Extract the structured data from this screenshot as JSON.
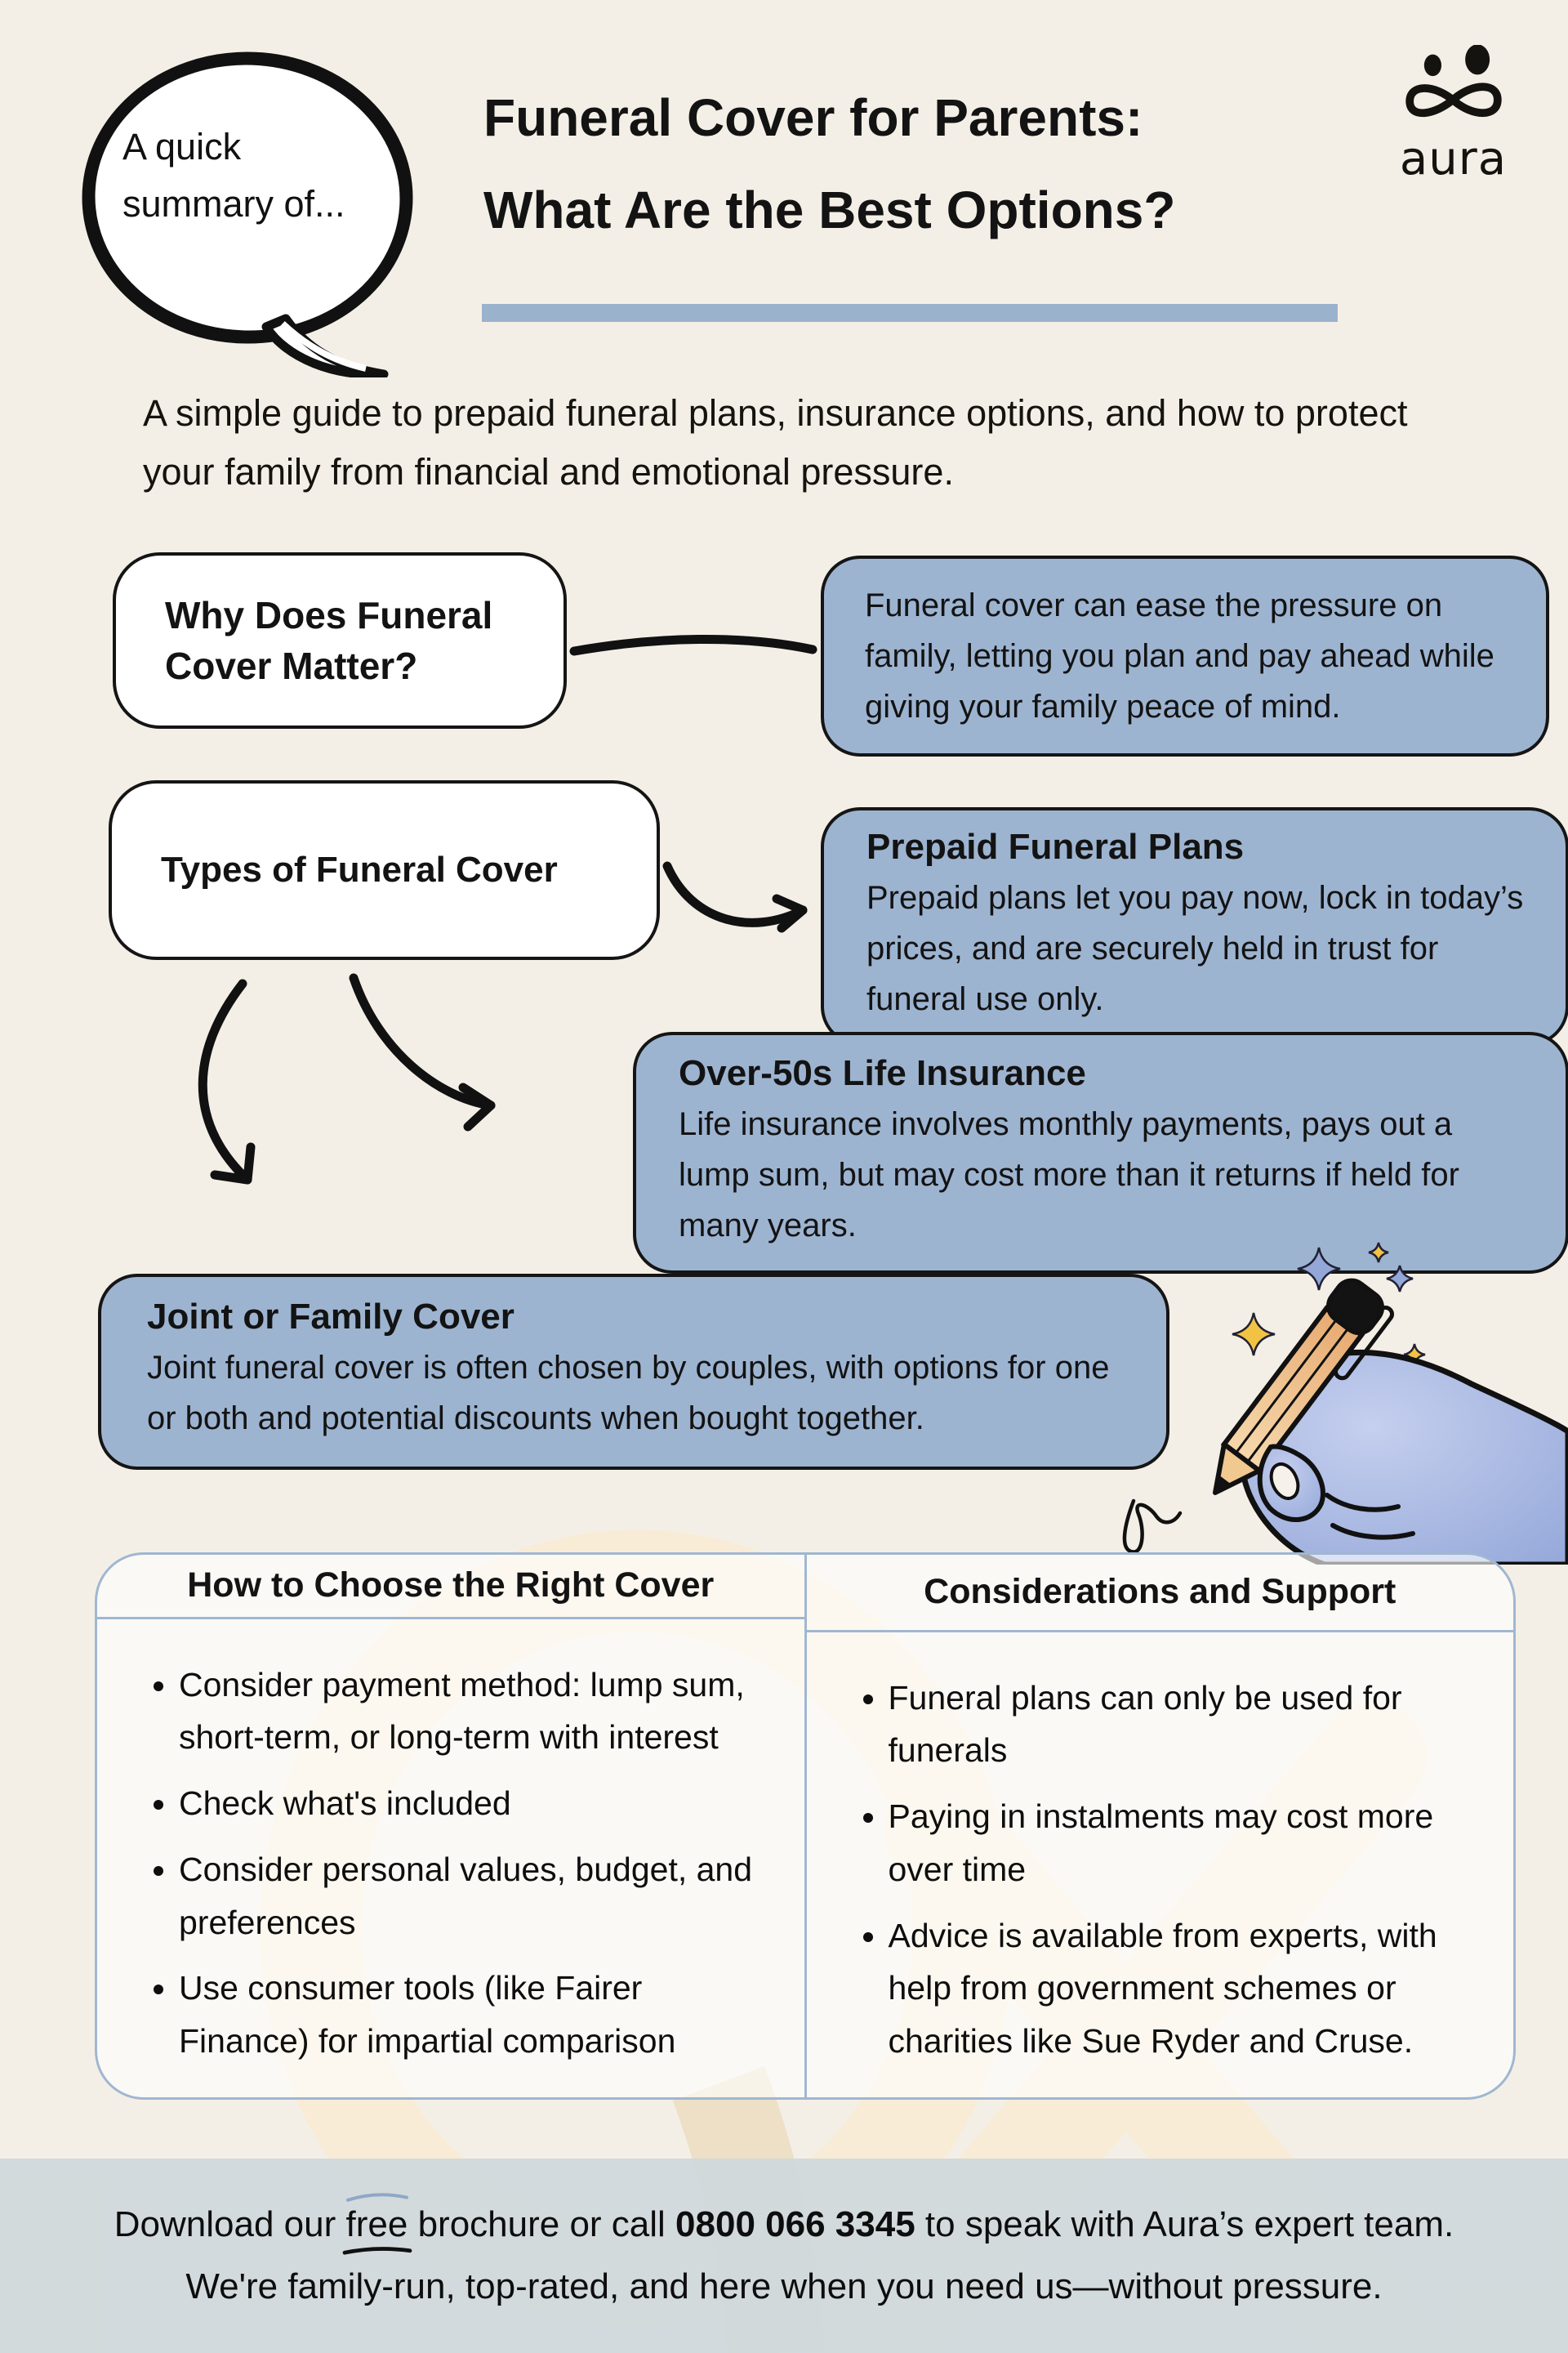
{
  "colors": {
    "page_bg": "#f4efe6",
    "card_blue": "#9db4d1",
    "accent_bar": "#9bb2cd",
    "table_border": "#9fb7d1",
    "footer_bg": "#d0d8db",
    "swoosh_tan": "#f8ecd6"
  },
  "header": {
    "bubble_text": "A quick\nsummary of...",
    "title_line1": "Funeral Cover for Parents:",
    "title_line2": "What Are the Best Options?",
    "logo_text": "aura",
    "intro": "A simple guide to prepaid funeral plans, insurance options, and how to protect your family from financial and emotional pressure."
  },
  "flow": {
    "why_label": "Why Does Funeral Cover Matter?",
    "why_answer": "Funeral cover can ease the pressure on family, letting you plan and pay ahead while giving your family peace of mind.",
    "types_label": "Types of Funeral Cover",
    "prepaid_title": "Prepaid Funeral Plans",
    "prepaid_body": "Prepaid plans let you pay now, lock in today’s prices, and are securely held in trust for funeral use only.",
    "over50_title": "Over-50s Life Insurance",
    "over50_body": "Life insurance involves monthly payments, pays out a lump sum, but may cost more than it returns if held for many years.",
    "joint_title": "Joint or Family Cover",
    "joint_body": "Joint funeral cover is often chosen by couples, with options for one or both and potential discounts when bought together."
  },
  "table": {
    "col1_header": "How to Choose the Right Cover",
    "col1_bullets": [
      "Consider payment method: lump sum, short-term, or long-term with interest",
      "Check what's included",
      "Consider personal values, budget, and preferences",
      "Use consumer tools (like Fairer Finance) for impartial comparison"
    ],
    "col2_header": "Considerations and Support",
    "col2_bullets": [
      "Funeral plans can only be used for funerals",
      "Paying in instalments may cost more over time",
      "Advice is available from experts, with help from government schemes or charities like Sue Ryder and Cruse."
    ]
  },
  "footer": {
    "pre": "Download our ",
    "free_word": "free",
    "mid": " brochure or call ",
    "phone": "0800 066 3345",
    "post": " to speak with Aura’s expert team.",
    "line2": "We're family-run, top-rated, and here when you need us—without pressure."
  }
}
